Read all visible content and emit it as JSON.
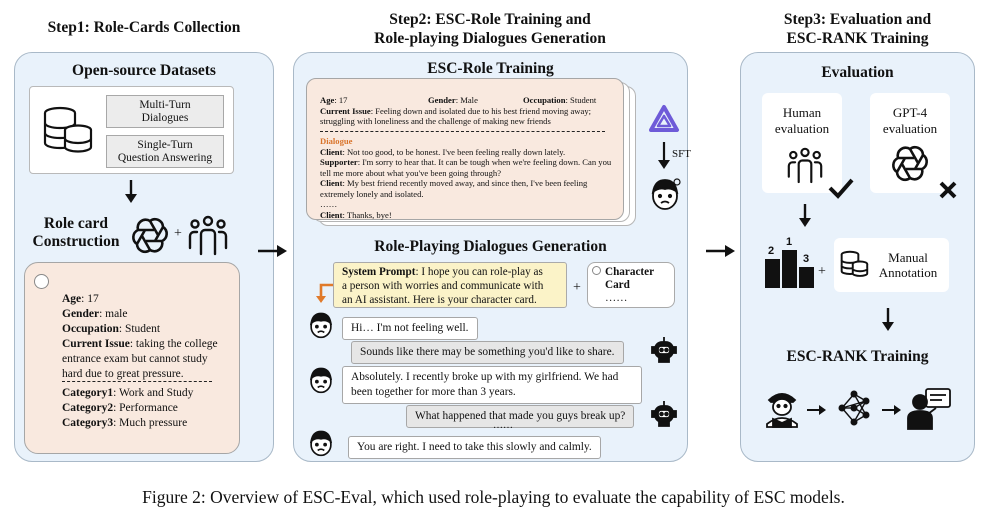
{
  "headers": {
    "step1": "Step1: Role-Cards Collection",
    "step2_line1": "Step2:  ESC-Role Training and",
    "step2_line2": "Role-playing Dialogues Generation",
    "step3_line1": "Step3: Evaluation and",
    "step3_line2": "ESC-RANK Training"
  },
  "step1": {
    "datasets_title": "Open-source Datasets",
    "multi_turn_1": "Multi-Turn",
    "multi_turn_2": "Dialogues",
    "single_turn_1": "Single-Turn",
    "single_turn_2": "Question Answering",
    "construction_1": "Role card",
    "construction_2": "Construction",
    "plus": "+",
    "card": {
      "age_k": "Age",
      "age_v": ": 17",
      "gender_k": "Gender",
      "gender_v": ": male",
      "occ_k": "Occupation",
      "occ_v": ": Student",
      "issue_k": "Current Issue",
      "issue_v": ": taking the college",
      "issue_2": "entrance exam but cannot study",
      "issue_3": "hard due to great pressure.",
      "cat1_k": "Category1",
      "cat1_v": ": Work and Study",
      "cat2_k": "Category2",
      "cat2_v": ": Performance",
      "cat3_k": "Category3",
      "cat3_v": ": Much pressure"
    }
  },
  "step2": {
    "training_title": "ESC-Role Training",
    "sft": "SFT",
    "card": {
      "age": "Age",
      "age_v": ": 17",
      "gender": "Gender",
      "gender_v": ": Male",
      "occ": "Occupation",
      "occ_v": ": Student",
      "issue": "Current Issue",
      "issue_v": ": Feeling down and isolated due to his best friend moving away;",
      "issue_2": "struggling with loneliness and the challenge of making new friends",
      "dialogue": "Dialogue",
      "client": "Client",
      "supporter": "Supporter",
      "l1": ": Not too good, to be honest. I've been feeling really down lately.",
      "l2": ": I'm sorry to hear that. It can be tough when we're feeling down. Can you",
      "l2b": "tell me more about what you've been going through?",
      "l3": ": My best friend recently moved away, and since then, I've been feeling",
      "l3b": "extremely lonely and isolated.",
      "dots": "……",
      "l4": ": Thanks, bye!"
    },
    "generation_title": "Role-Playing Dialogues Generation",
    "system_prompt_k": "System Prompt",
    "system_prompt_1": ": I hope you can role-play as",
    "system_prompt_2": "a person with worries and communicate with",
    "system_prompt_3": "an AI assistant. Here is your character card.",
    "plus": "+",
    "char_card_1": "Character",
    "char_card_2": "Card",
    "char_card_3": "……",
    "bubbles": {
      "b1": "Hi… I'm not feeling well.",
      "b2": "Sounds like there may be something you'd like to share.",
      "b3a": "Absolutely. I recently broke up with my girlfriend. We had",
      "b3b": "been together for more than 3 years.",
      "b4": "What happened that made you guys break up?",
      "dots": "……",
      "b5": "You are right. I need to take this slowly and calmly."
    }
  },
  "step3": {
    "evaluation_title": "Evaluation",
    "human_1": "Human",
    "human_2": "evaluation",
    "gpt_1": "GPT-4",
    "gpt_2": "evaluation",
    "podium_1": "1",
    "podium_2": "2",
    "podium_3": "3",
    "plus": "+",
    "manual_1": "Manual",
    "manual_2": "Annotation",
    "rank_title": "ESC-RANK Training"
  },
  "caption": "Figure 2: Overview of ESC-Eval, which used role-playing to evaluate the capability of ESC models."
}
